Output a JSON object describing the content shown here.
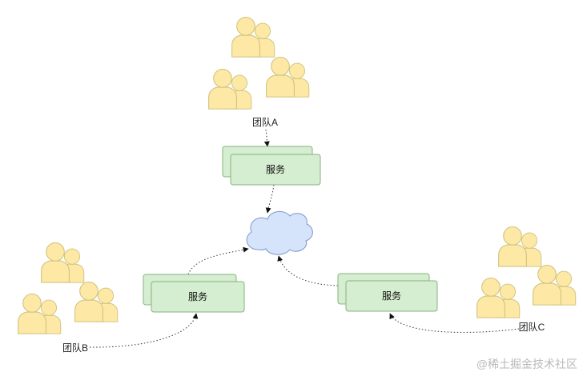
{
  "colors": {
    "person_fill": "#fde8a6",
    "person_stroke": "#cfc27c",
    "service_fill": "#d5edd0",
    "service_stroke": "#86b47e",
    "cloud_fill": "#d5e3fb",
    "cloud_stroke": "#7f98c6",
    "edge": "#333333"
  },
  "nodes": {
    "team_a": {
      "label": "团队A"
    },
    "team_b": {
      "label": "团队B"
    },
    "team_c": {
      "label": "团队C"
    },
    "service_top": {
      "label": "服务"
    },
    "service_left": {
      "label": "服务"
    },
    "service_right": {
      "label": "服务"
    },
    "cloud": {
      "icon": "cloud-icon"
    }
  },
  "icons": {
    "person": "person-group-icon"
  },
  "edges": [
    {
      "from": "team_a",
      "to": "service_top",
      "style": "dotted",
      "arrow": "end"
    },
    {
      "from": "service_top",
      "to": "cloud",
      "style": "dotted",
      "arrow": "end"
    },
    {
      "from": "service_left",
      "to": "cloud",
      "style": "dotted",
      "arrow": "end"
    },
    {
      "from": "service_right",
      "to": "cloud",
      "style": "dotted",
      "arrow": "end"
    },
    {
      "from": "team_b",
      "to": "service_left",
      "style": "dotted",
      "arrow": "end"
    },
    {
      "from": "team_c",
      "to": "service_right",
      "style": "dotted",
      "arrow": "end"
    }
  ],
  "watermark": "@稀土掘金技术社区"
}
